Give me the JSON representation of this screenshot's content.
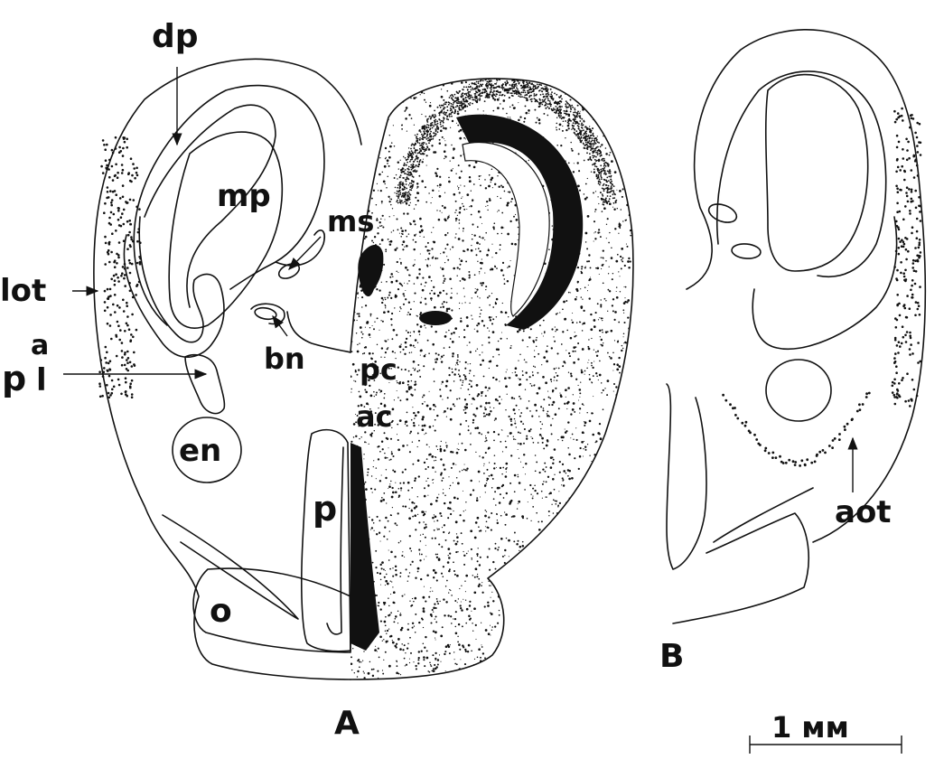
{
  "figure": {
    "panel_a_label": "A",
    "panel_b_label": "B",
    "scale_bar_label": "1 мм"
  },
  "labels": {
    "dp": "dp",
    "mp": "mp",
    "ms": "ms",
    "lot": "lot",
    "pa_p": "p",
    "pa_a": "a",
    "pa_l": "l",
    "bn": "bn",
    "pc": "pc",
    "ac": "ac",
    "en": "en",
    "p": "p",
    "o": "o",
    "aot": "aot"
  },
  "colors": {
    "ink": "#111111",
    "background": "#ffffff"
  }
}
